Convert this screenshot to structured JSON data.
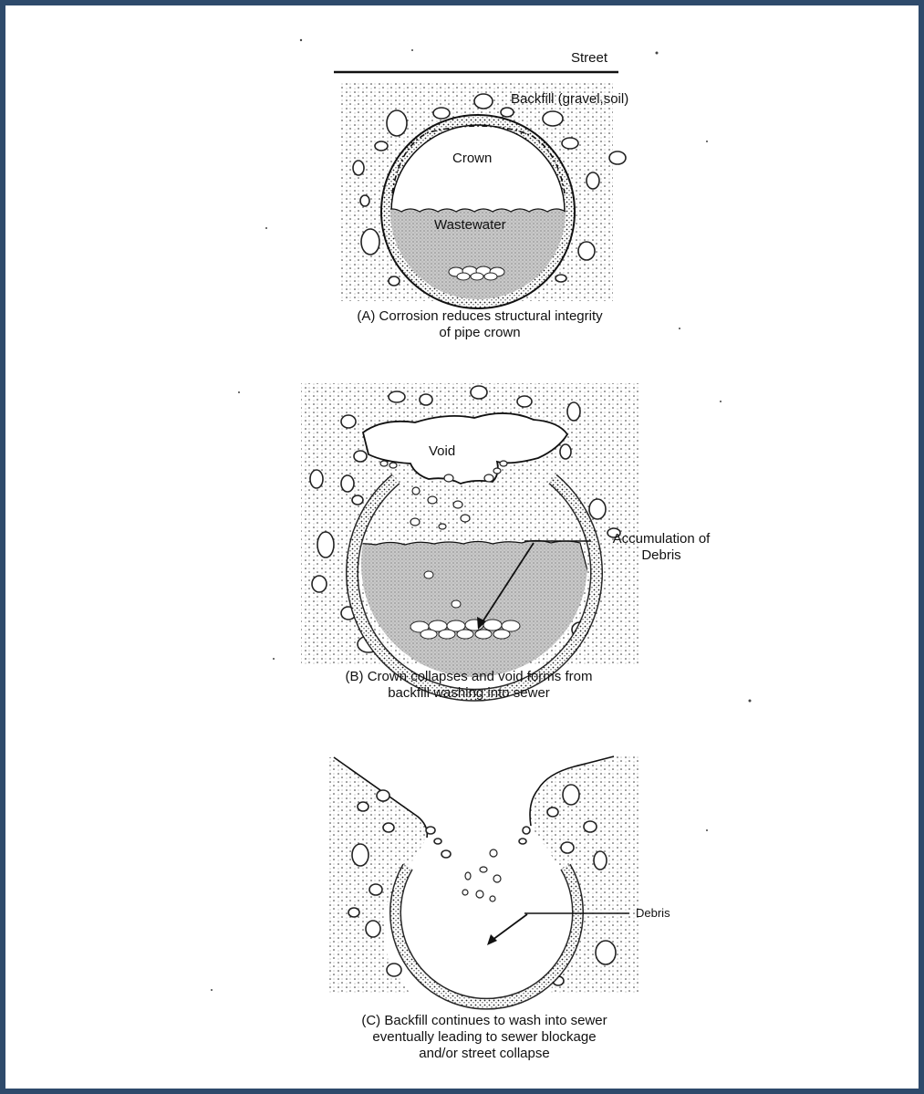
{
  "colors": {
    "frame": "#2e4a6b",
    "ink": "#111111",
    "water_fill": "#c9c9c9",
    "background": "#ffffff"
  },
  "panel_a": {
    "street_label": "Street",
    "backfill_label": "Backfill (gravel,soil)",
    "crown_label": "Crown",
    "wastewater_label": "Wastewater",
    "caption_line1": "(A) Corrosion reduces structural integrity",
    "caption_line2": "of pipe crown"
  },
  "panel_b": {
    "void_label": "Void",
    "debris_label_line1": "Accumulation of",
    "debris_label_line2": "Debris",
    "caption_line1": "(B) Crown collapses and void forms from",
    "caption_line2": "backfill washing into sewer"
  },
  "panel_c": {
    "debris_label": "Debris",
    "caption_line1": "(C) Backfill continues to wash into sewer",
    "caption_line2": "eventually leading to sewer blockage",
    "caption_line3": "and/or street collapse"
  }
}
